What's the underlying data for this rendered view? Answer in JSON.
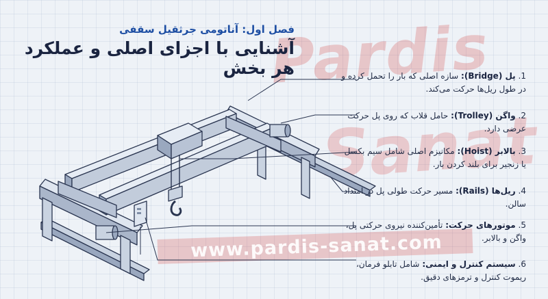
{
  "watermark": {
    "brand_top": "Pardis",
    "brand_bottom": "Sanat",
    "url": "www.pardis-sanat.com"
  },
  "header": {
    "subtitle": "فصل اول: آناتومی جرثقیل سقفی",
    "title": "آشنایی با اجزای اصلی و عملکرد هر بخش"
  },
  "components": [
    {
      "num": "1.",
      "label": "پل (Bridge):",
      "desc": "سازه اصلی که بار را تحمل کرده و در طول ریل‌ها حرکت می‌کند."
    },
    {
      "num": "2.",
      "label": "واگن (Trolley):",
      "desc": "حامل قلاب که روی پل حرکت عرضی دارد."
    },
    {
      "num": "3.",
      "label": "بالابر (Hoist):",
      "desc": "مکانیزم اصلی شامل سیم بکسل یا زنجیر برای بلند کردن بار."
    },
    {
      "num": "4.",
      "label": "ریل‌ها (Rails):",
      "desc": "مسیر حرکت طولی پل در امتداد سالن."
    },
    {
      "num": "5.",
      "label": "موتورهای حرکت:",
      "desc": "تأمین‌کننده نیروی حرکتی پل، واگن و بالابر."
    },
    {
      "num": "6.",
      "label": "سیستم کنترل و ایمنی:",
      "desc": "شامل تابلو فرمان، ریموت کنترل و ترمزهای دقیق."
    }
  ],
  "colors": {
    "title": "#1a2440",
    "subtitle": "#1d4ea3",
    "line": "#2a3550",
    "steel": "#c9d3e1",
    "steel_dark": "#7f8ea6",
    "watermark": "#d22828"
  }
}
